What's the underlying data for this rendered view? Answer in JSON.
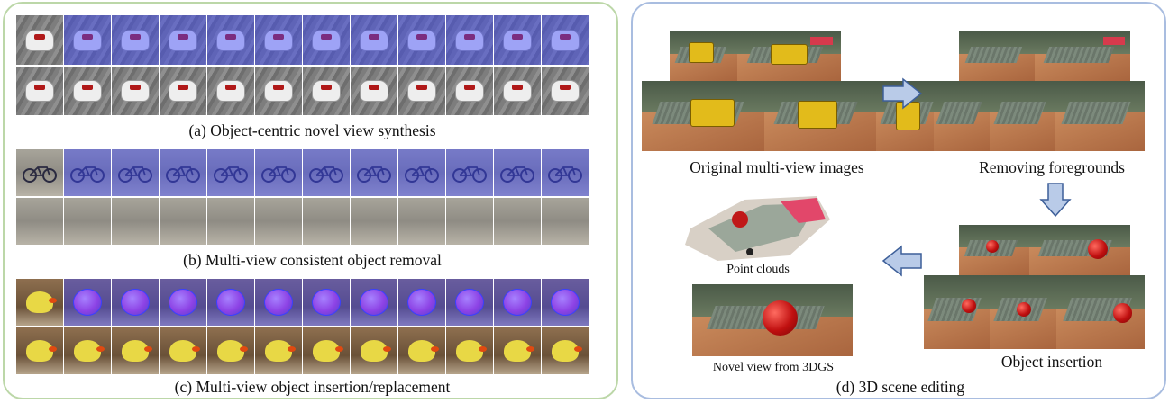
{
  "captions": {
    "a": "(a) Object-centric novel view synthesis",
    "b": "(b) Multi-view consistent object removal",
    "c": "(c) Multi-view object insertion/replacement",
    "d": "(d) 3D scene editing",
    "original": "Original multi-view images",
    "removing": "Removing foregrounds",
    "insertion": "Object insertion",
    "point_clouds": "Point clouds",
    "novel_view": "Novel view from 3DGS"
  },
  "colors": {
    "left_border": "#bcd7a8",
    "right_border": "#a9bde0",
    "mask_blue": "#3c46ff",
    "arrow_fill": "#b9cbe8",
    "arrow_stroke": "#3d5f99"
  },
  "strips": {
    "tiles_per_row": 12,
    "a_top_masked_from": 1,
    "b_top_masked_from": 1,
    "c_top_masked_from": 1
  }
}
